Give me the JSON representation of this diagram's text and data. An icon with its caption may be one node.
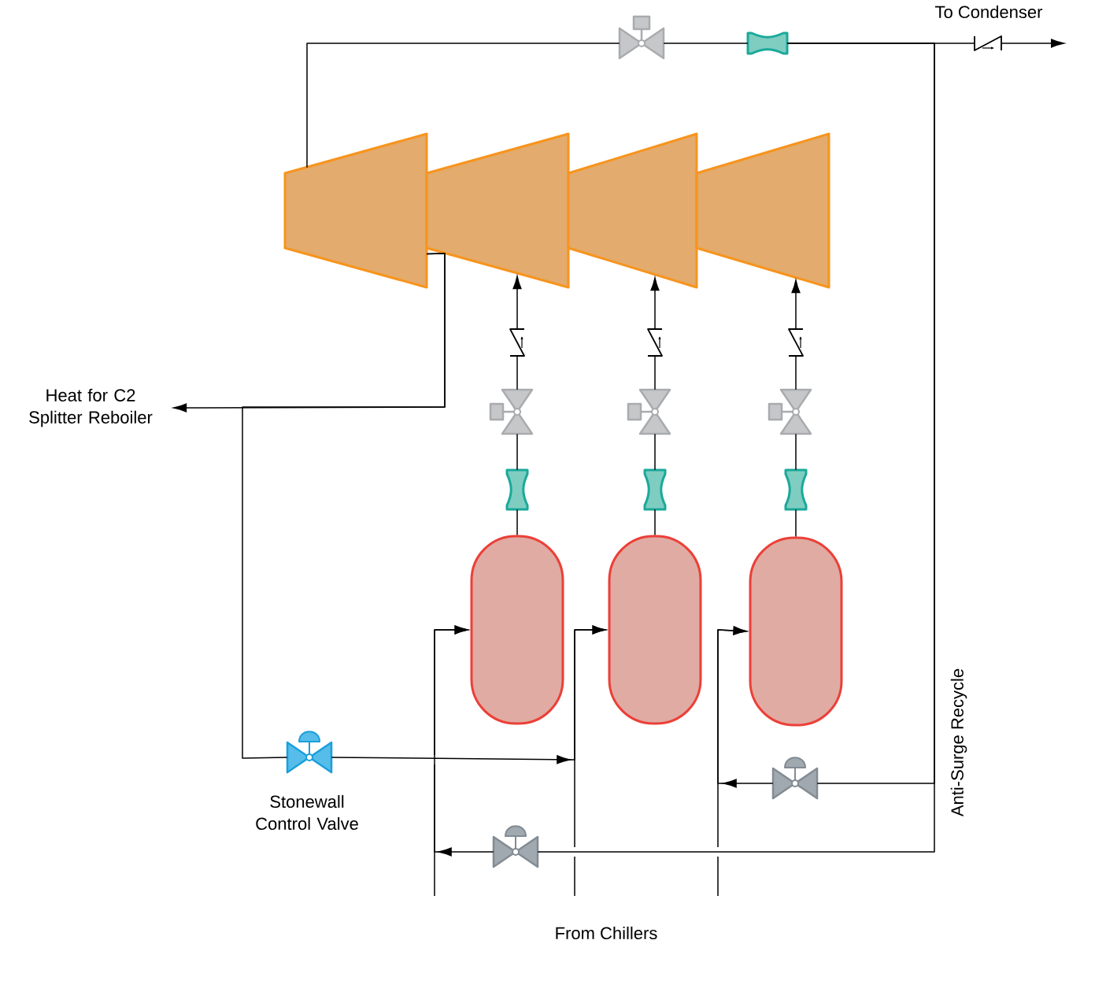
{
  "diagram": {
    "nodes": [
      {
        "text": [],
        "shape": "trapezoid"
      },
      {
        "text": [],
        "shape": "trapezoid"
      },
      {
        "text": [],
        "shape": "trapezoid"
      },
      {
        "text": [],
        "shape": "trapezoid"
      },
      {
        "text": [],
        "shape": "drum"
      },
      {
        "text": [],
        "shape": "drum"
      },
      {
        "text": [],
        "shape": "drum"
      },
      {
        "text": [
          "Heat for C2 Splitter Reboiler"
        ]
      },
      {
        "text": [],
        "shape": "valve"
      },
      {
        "text": [],
        "shape": "orifice"
      },
      {
        "text": [],
        "shape": "check-valve"
      },
      {
        "text": [],
        "shape": "orifice"
      },
      {
        "text": [],
        "shape": "orifice"
      },
      {
        "text": [],
        "shape": "orifice"
      },
      {
        "text": [],
        "shape": "valve"
      },
      {
        "text": [],
        "shape": "valve"
      },
      {
        "text": [],
        "shape": "valve"
      },
      {
        "text": [],
        "shape": "check-valve"
      },
      {
        "text": [],
        "shape": "check-valve"
      },
      {
        "text": [],
        "shape": "check-valve"
      },
      {
        "text": [],
        "shape": "valve"
      },
      {
        "text": [],
        "shape": "valve"
      },
      {
        "text": [],
        "shape": "valve",
        "beside": [
          "Stonewall Control Valve"
        ]
      }
    ],
    "edges": [
      {
        "from": 0,
        "to": 8,
        "arrow": "none"
      },
      {
        "from": 8,
        "to": 9,
        "arrow": "none"
      },
      {
        "from": 9,
        "to": 10,
        "arrow": "none"
      },
      {
        "from": 10,
        "to": null,
        "arrow": "to"
      },
      {
        "from": 9,
        "to": 20,
        "arrow": "none"
      },
      {
        "from": 9,
        "to": 21,
        "arrow": "none"
      },
      {
        "from": 20,
        "to": 6,
        "arrow": "to"
      },
      {
        "from": 21,
        "to": 4,
        "arrow": "to"
      },
      {
        "from": 0,
        "to": 7,
        "arrow": "to"
      },
      {
        "from": 0,
        "to": 22,
        "arrow": "none"
      },
      {
        "from": 22,
        "to": 5,
        "arrow": "to"
      },
      {
        "from": 4,
        "to": 11,
        "arrow": "none"
      },
      {
        "from": 5,
        "to": 12,
        "arrow": "none"
      },
      {
        "from": 6,
        "to": 13,
        "arrow": "none"
      },
      {
        "from": 11,
        "to": 14,
        "arrow": "none"
      },
      {
        "from": 12,
        "to": 15,
        "arrow": "none"
      },
      {
        "from": 13,
        "to": 16,
        "arrow": "none"
      },
      {
        "from": 14,
        "to": 17,
        "arrow": "none"
      },
      {
        "from": 15,
        "to": 18,
        "arrow": "none"
      },
      {
        "from": 16,
        "to": 19,
        "arrow": "none"
      },
      {
        "from": 17,
        "to": 1,
        "arrow": "to"
      },
      {
        "from": 18,
        "to": 2,
        "arrow": "to"
      },
      {
        "from": 19,
        "to": 3,
        "arrow": "to"
      },
      {
        "from": null,
        "to": 4,
        "arrow": "to"
      },
      {
        "from": null,
        "to": 5,
        "arrow": "to"
      },
      {
        "from": null,
        "to": 6,
        "arrow": "to"
      }
    ],
    "labels": [
      "To Condenser",
      "Anti-Surge Recycle",
      "From Chillers"
    ]
  }
}
